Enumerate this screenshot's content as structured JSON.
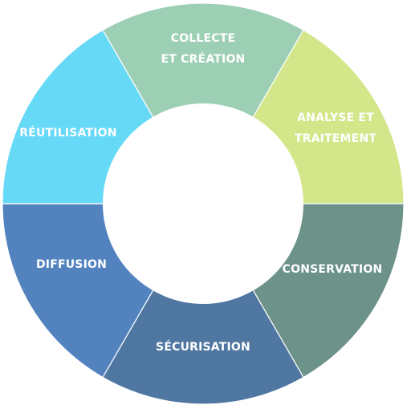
{
  "diagram": {
    "type": "cycle-donut",
    "background_color": "#ffffff",
    "hole_color": "#ffffff",
    "separator_color": "#ffffff",
    "segments": [
      {
        "id": "collecte",
        "lines": [
          "COLLECTE",
          "ET CRÉATION"
        ],
        "color": "#9ccfb4"
      },
      {
        "id": "analyse",
        "lines": [
          "ANALYSE ET",
          "TRAITEMENT"
        ],
        "color": "#d3e68a"
      },
      {
        "id": "conservation",
        "lines": [
          "CONSERVATION"
        ],
        "color": "#6c928a"
      },
      {
        "id": "securisation",
        "lines": [
          "SÉCURISATION"
        ],
        "color": "#5077a1"
      },
      {
        "id": "diffusion",
        "lines": [
          "DIFFUSION"
        ],
        "color": "#5283bf"
      },
      {
        "id": "reutilisation",
        "lines": [
          "RÉUTILISATION"
        ],
        "color": "#66d9f6"
      }
    ]
  }
}
